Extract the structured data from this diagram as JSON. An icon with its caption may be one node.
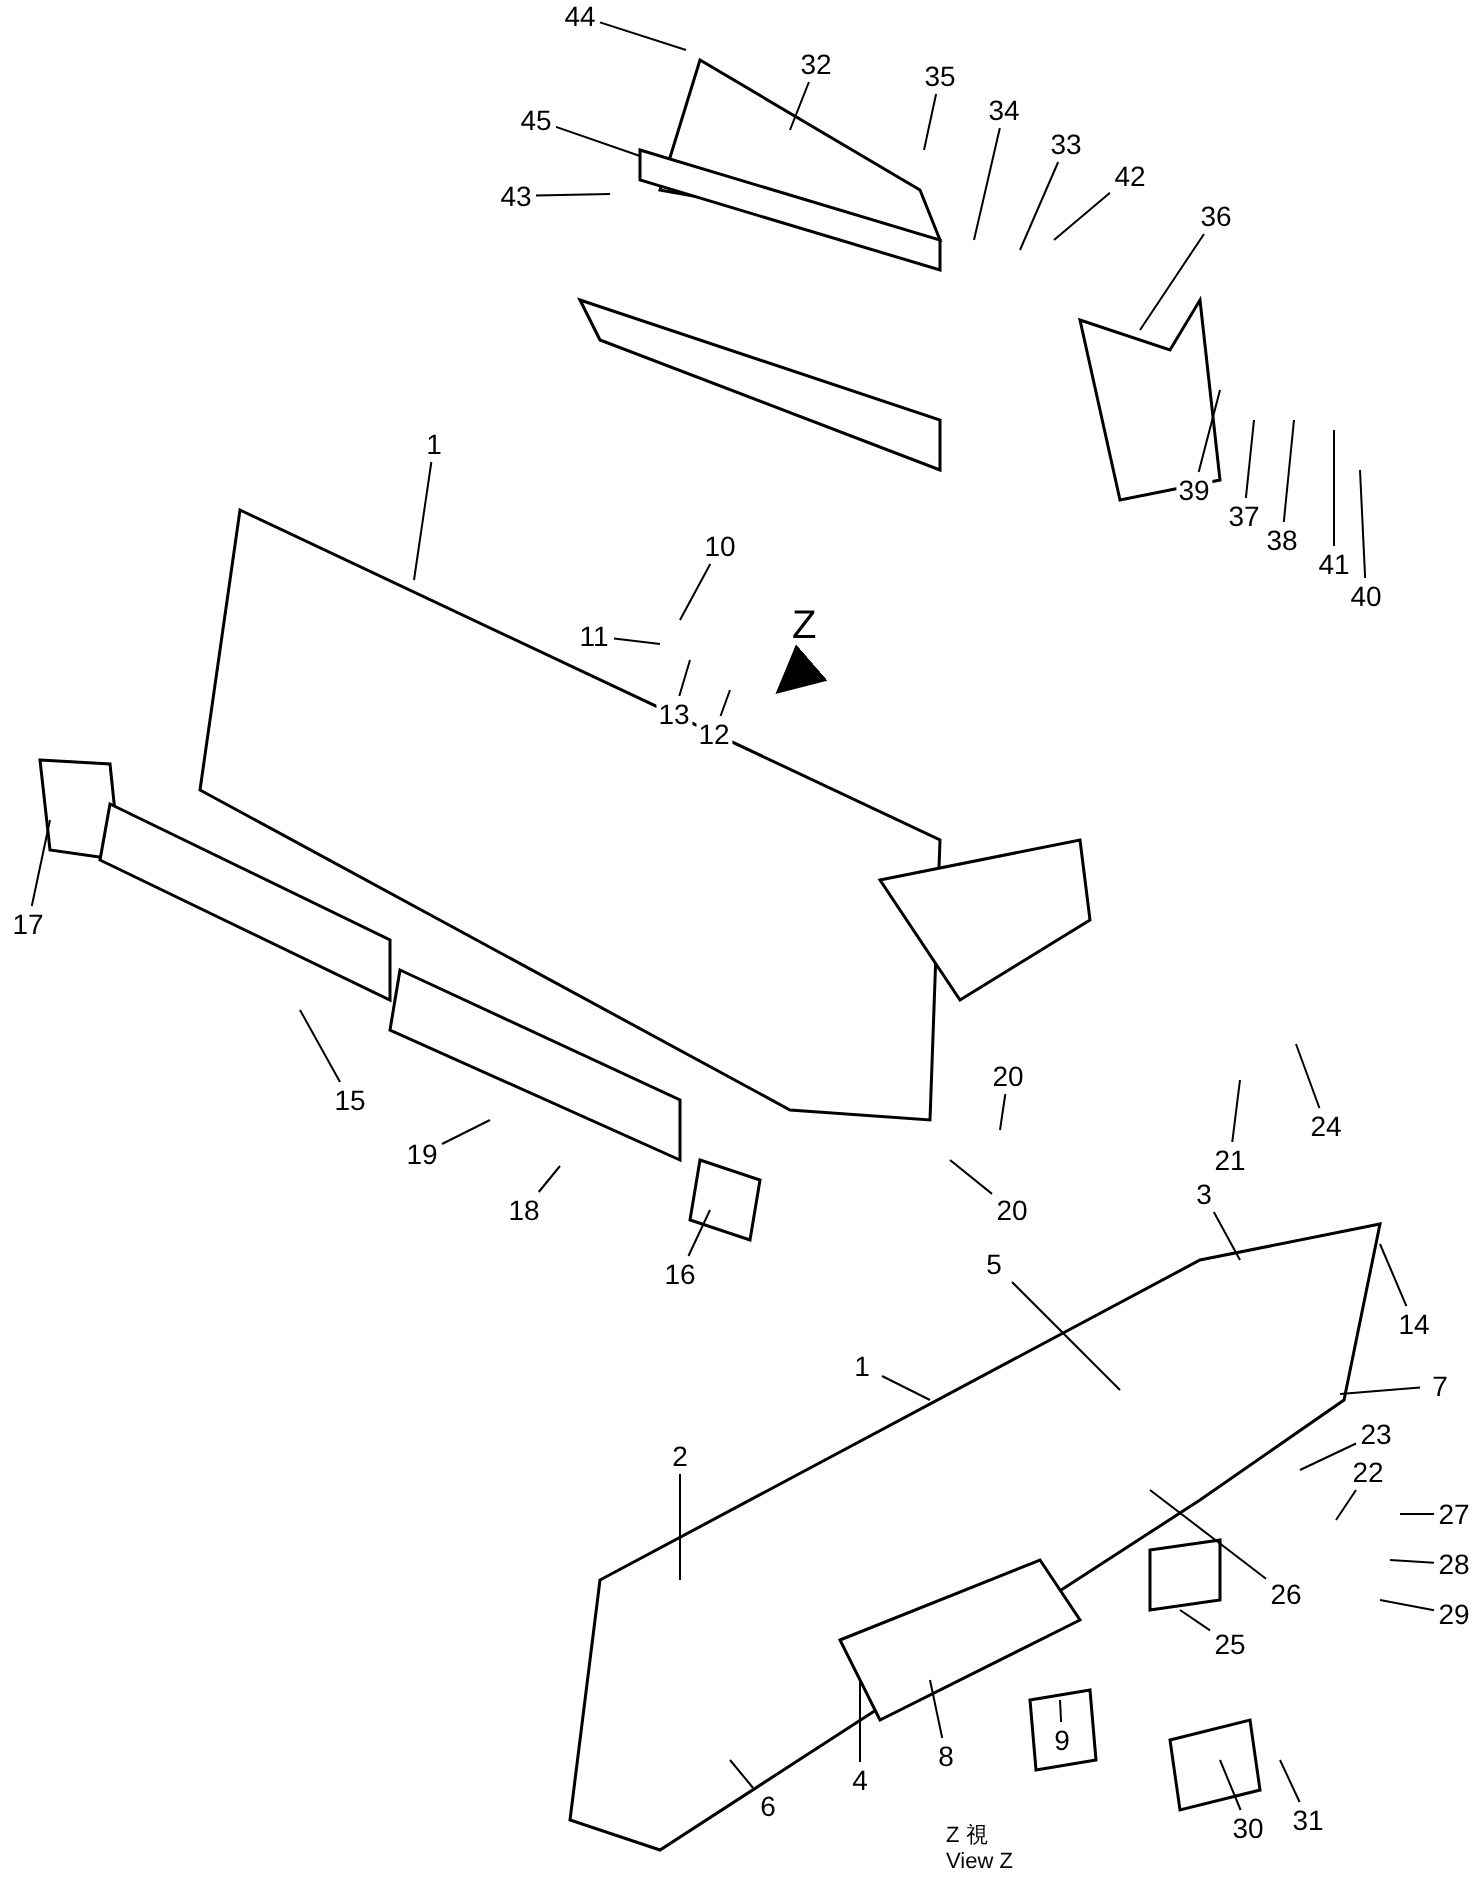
{
  "diagram": {
    "nodes": [
      {
        "text": [
          "44"
        ]
      },
      {
        "text": [
          "32"
        ]
      },
      {
        "text": [
          "35"
        ]
      },
      {
        "text": [
          "45"
        ]
      },
      {
        "text": [
          "34"
        ]
      },
      {
        "text": [
          "33"
        ]
      },
      {
        "text": [
          "42"
        ]
      },
      {
        "text": [
          "43"
        ]
      },
      {
        "text": [
          "36"
        ]
      },
      {
        "text": [
          "1"
        ]
      },
      {
        "text": [
          "39"
        ]
      },
      {
        "text": [
          "37"
        ]
      },
      {
        "text": [
          "38"
        ]
      },
      {
        "text": [
          "10"
        ]
      },
      {
        "text": [
          "41"
        ]
      },
      {
        "text": [
          "40"
        ]
      },
      {
        "text": [
          "11"
        ]
      },
      {
        "text": [
          "13"
        ]
      },
      {
        "text": [
          "12"
        ]
      },
      {
        "text": [
          "17"
        ]
      },
      {
        "text": [
          "20"
        ]
      },
      {
        "text": [
          "15"
        ]
      },
      {
        "text": [
          "24"
        ]
      },
      {
        "text": [
          "19"
        ]
      },
      {
        "text": [
          "21"
        ]
      },
      {
        "text": [
          "3"
        ]
      },
      {
        "text": [
          "18"
        ]
      },
      {
        "text": [
          "20"
        ]
      },
      {
        "text": [
          "16"
        ]
      },
      {
        "text": [
          "5"
        ]
      },
      {
        "text": [
          "14"
        ]
      },
      {
        "text": [
          "1"
        ]
      },
      {
        "text": [
          "7"
        ]
      },
      {
        "text": [
          "23"
        ]
      },
      {
        "text": [
          "2"
        ]
      },
      {
        "text": [
          "22"
        ]
      },
      {
        "text": [
          "27"
        ]
      },
      {
        "text": [
          "28"
        ]
      },
      {
        "text": [
          "26"
        ]
      },
      {
        "text": [
          "29"
        ]
      },
      {
        "text": [
          "25"
        ]
      },
      {
        "text": [
          "9"
        ]
      },
      {
        "text": [
          "8"
        ]
      },
      {
        "text": [
          "4"
        ]
      },
      {
        "text": [
          "6"
        ]
      },
      {
        "text": [
          "31"
        ]
      },
      {
        "text": [
          "30"
        ]
      }
    ],
    "edges": [
      {
        "from": 0,
        "to": null,
        "arrow": "none"
      },
      {
        "from": 1,
        "to": null,
        "arrow": "none"
      },
      {
        "from": 2,
        "to": null,
        "arrow": "none"
      },
      {
        "from": 3,
        "to": null,
        "arrow": "none"
      },
      {
        "from": 4,
        "to": null,
        "arrow": "none"
      },
      {
        "from": 5,
        "to": null,
        "arrow": "none"
      },
      {
        "from": 6,
        "to": null,
        "arrow": "none"
      },
      {
        "from": 7,
        "to": null,
        "arrow": "none"
      },
      {
        "from": 8,
        "to": null,
        "arrow": "none"
      },
      {
        "from": 9,
        "to": null,
        "arrow": "none"
      },
      {
        "from": 10,
        "to": null,
        "arrow": "none"
      },
      {
        "from": 11,
        "to": null,
        "arrow": "none"
      },
      {
        "from": 12,
        "to": null,
        "arrow": "none"
      },
      {
        "from": 13,
        "to": null,
        "arrow": "none"
      },
      {
        "from": 14,
        "to": null,
        "arrow": "none"
      },
      {
        "from": 15,
        "to": null,
        "arrow": "none"
      },
      {
        "from": 16,
        "to": null,
        "arrow": "none"
      },
      {
        "from": 17,
        "to": null,
        "arrow": "none"
      },
      {
        "from": 18,
        "to": null,
        "arrow": "none"
      },
      {
        "from": 19,
        "to": null,
        "arrow": "none"
      },
      {
        "from": 20,
        "to": null,
        "arrow": "none"
      },
      {
        "from": 21,
        "to": null,
        "arrow": "none"
      },
      {
        "from": 22,
        "to": null,
        "arrow": "none"
      },
      {
        "from": 23,
        "to": null,
        "arrow": "none"
      },
      {
        "from": 24,
        "to": null,
        "arrow": "none"
      },
      {
        "from": 25,
        "to": null,
        "arrow": "none"
      },
      {
        "from": 26,
        "to": null,
        "arrow": "none"
      },
      {
        "from": 27,
        "to": null,
        "arrow": "none"
      },
      {
        "from": 28,
        "to": null,
        "arrow": "none"
      },
      {
        "from": 29,
        "to": null,
        "arrow": "none"
      },
      {
        "from": 30,
        "to": null,
        "arrow": "none"
      },
      {
        "from": 31,
        "to": null,
        "arrow": "none"
      },
      {
        "from": 32,
        "to": null,
        "arrow": "none"
      },
      {
        "from": 33,
        "to": null,
        "arrow": "none"
      },
      {
        "from": 34,
        "to": null,
        "arrow": "none"
      },
      {
        "from": 35,
        "to": null,
        "arrow": "none"
      },
      {
        "from": 36,
        "to": null,
        "arrow": "none"
      },
      {
        "from": 37,
        "to": null,
        "arrow": "none"
      },
      {
        "from": 38,
        "to": null,
        "arrow": "none"
      },
      {
        "from": 39,
        "to": null,
        "arrow": "none"
      },
      {
        "from": 40,
        "to": null,
        "arrow": "none"
      },
      {
        "from": 41,
        "to": null,
        "arrow": "none"
      },
      {
        "from": 42,
        "to": null,
        "arrow": "none"
      },
      {
        "from": 43,
        "to": null,
        "arrow": "none"
      },
      {
        "from": 44,
        "to": null,
        "arrow": "none"
      },
      {
        "from": 45,
        "to": null,
        "arrow": "none"
      },
      {
        "from": 46,
        "to": null,
        "arrow": "none"
      }
    ],
    "labels": [
      "Z",
      "Z 視",
      "View Z"
    ]
  }
}
